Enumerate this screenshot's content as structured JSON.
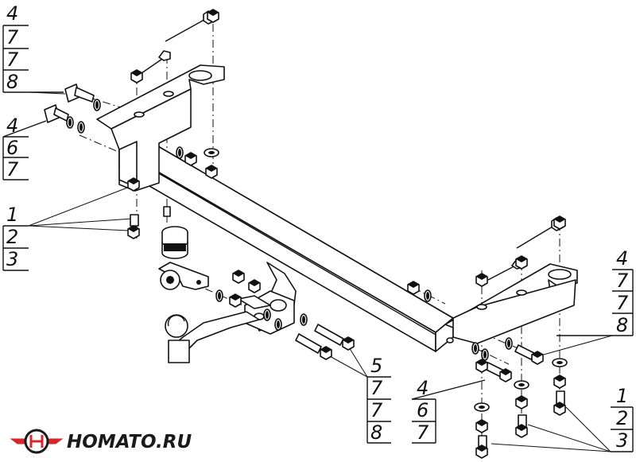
{
  "callouts": [
    {
      "id": "top-left-1",
      "numbers": [
        "4",
        "7",
        "7",
        "8"
      ]
    },
    {
      "id": "top-left-2",
      "numbers": [
        "4",
        "6",
        "7"
      ]
    },
    {
      "id": "mid-left",
      "numbers": [
        "1",
        "2",
        "3"
      ]
    },
    {
      "id": "top-right",
      "numbers": [
        "4",
        "7",
        "7",
        "8"
      ]
    },
    {
      "id": "bottom-center",
      "numbers": [
        "5",
        "7",
        "7",
        "8"
      ]
    },
    {
      "id": "bottom-mid-right",
      "numbers": [
        "4",
        "6",
        "7"
      ]
    },
    {
      "id": "bottom-right",
      "numbers": [
        "1",
        "2",
        "3"
      ]
    }
  ],
  "brand": {
    "name": "HOMATO.RU",
    "logo_icon": "homato-logo-icon",
    "colors": {
      "red": "#d7262b",
      "dark": "#1a1a1a"
    }
  }
}
